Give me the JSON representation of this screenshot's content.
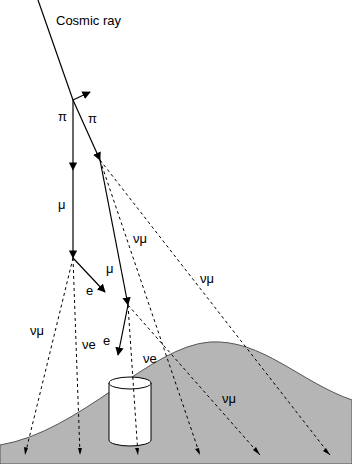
{
  "diagram": {
    "labels": [
      "Cosmic ray",
      "π",
      "π",
      "μ",
      "νμ",
      "μ",
      "e",
      "νμ",
      "νe",
      "e",
      "νe",
      "νμ",
      "νμ"
    ]
  }
}
